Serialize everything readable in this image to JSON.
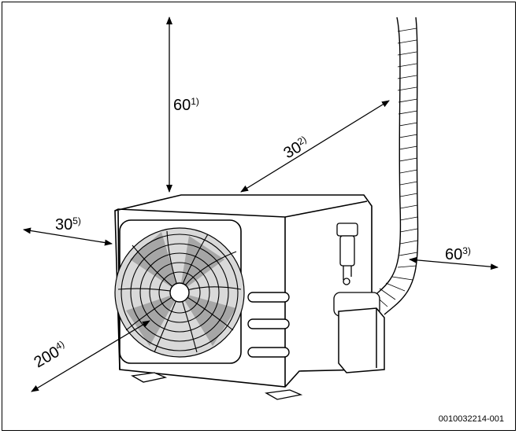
{
  "figure_id": "0010032214-001",
  "clearances": [
    {
      "value": "60",
      "note": "1)"
    },
    {
      "value": "30",
      "note": "2)"
    },
    {
      "value": "60",
      "note": "3)"
    },
    {
      "value": "200",
      "note": "4)"
    },
    {
      "value": "30",
      "note": "5)"
    }
  ],
  "colors": {
    "line": "#000000",
    "fan_gray": "#a6a6a6",
    "fan_light": "#d9d9d9"
  }
}
